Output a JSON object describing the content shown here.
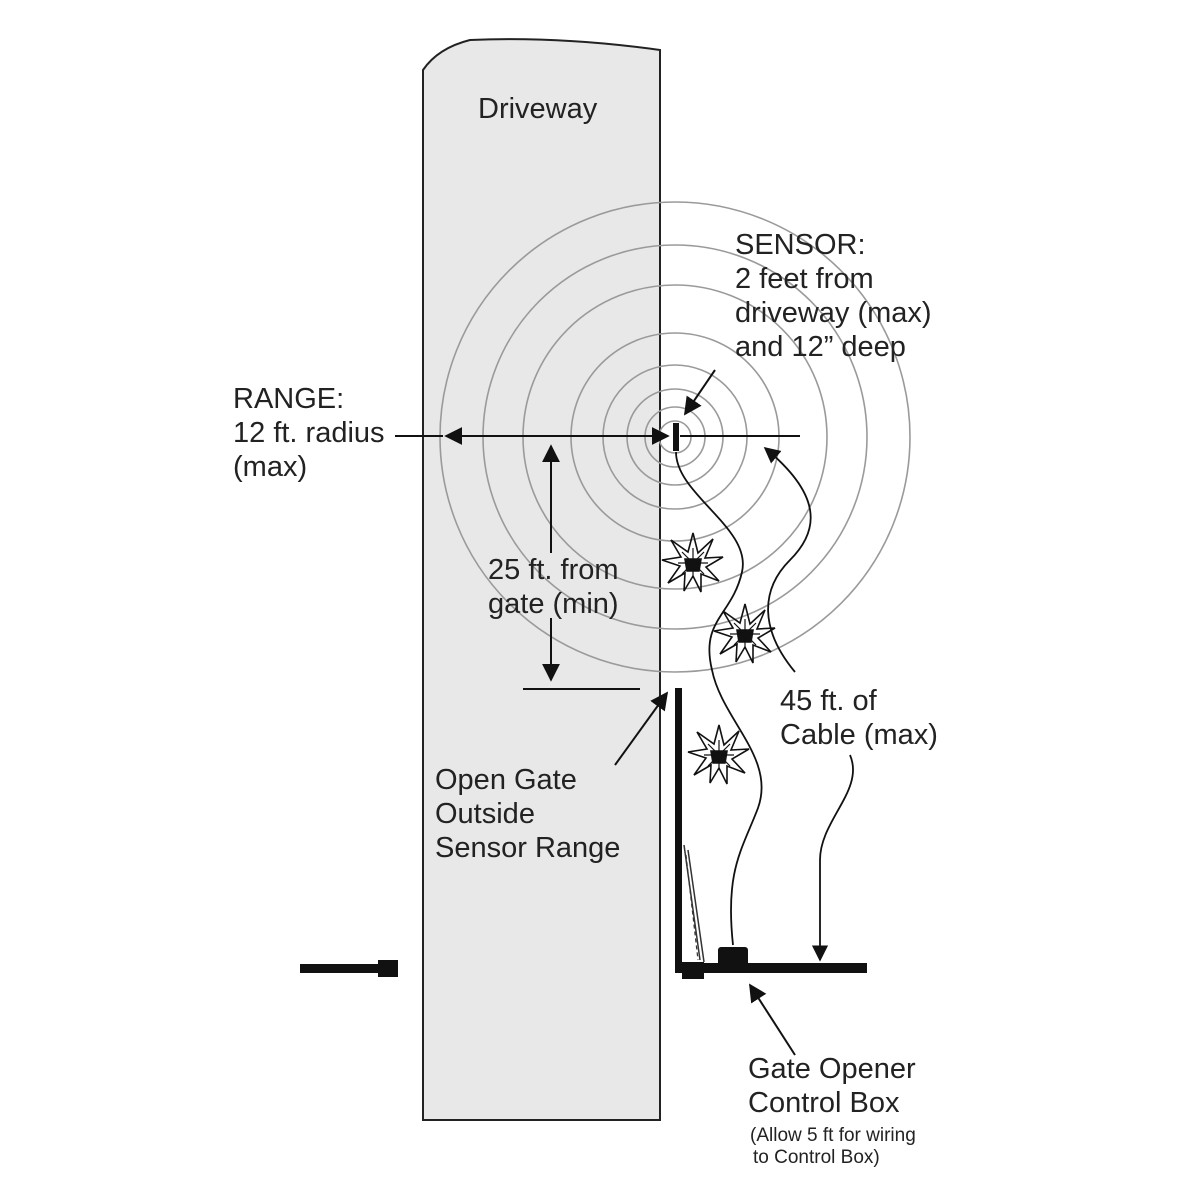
{
  "driveway": {
    "label": "Driveway"
  },
  "sensor": {
    "lines": [
      "SENSOR:",
      "2 feet from",
      "driveway (max)",
      "and 12” deep"
    ]
  },
  "range": {
    "lines": [
      "RANGE:",
      "12 ft. radius",
      "(max)"
    ]
  },
  "gate_distance": {
    "lines": [
      "25 ft. from",
      "gate (min)"
    ]
  },
  "cable": {
    "lines": [
      "45 ft. of",
      "Cable (max)"
    ]
  },
  "open_gate": {
    "lines": [
      "Open Gate",
      "Outside",
      "Sensor Range"
    ]
  },
  "control_box": {
    "lines": [
      "Gate Opener",
      "Control Box"
    ],
    "note": [
      "(Allow 5 ft for wiring",
      "to Control Box)"
    ]
  },
  "colors": {
    "driveway_fill": "#e8e8e8",
    "ink": "#111111",
    "range_rings": "#9a9a9a"
  },
  "icons": [
    "sensor-ring-icon",
    "flower-shrub-icon",
    "arrow-icon",
    "gate-post-icon",
    "control-box-icon"
  ]
}
